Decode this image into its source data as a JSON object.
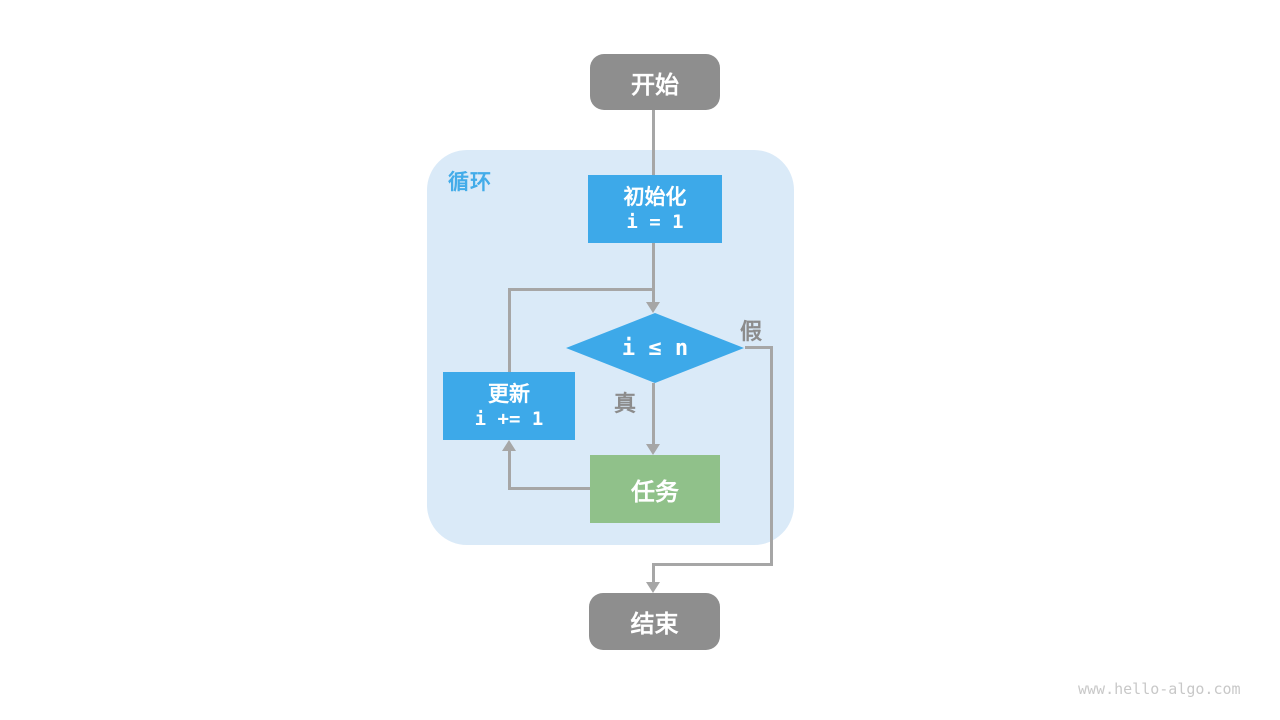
{
  "diagram": {
    "loop_label": "循环",
    "nodes": {
      "start": {
        "label": "开始"
      },
      "init": {
        "title": "初始化",
        "code": "i = 1"
      },
      "condition": {
        "code": "i ≤ n"
      },
      "update": {
        "title": "更新",
        "code": "i += 1"
      },
      "task": {
        "label": "任务"
      },
      "end": {
        "label": "结束"
      }
    },
    "branch_labels": {
      "true": "真",
      "false": "假"
    },
    "colors": {
      "node_gray": "#8e8e8e",
      "node_blue": "#3da9e9",
      "node_green": "#90c18a",
      "loop_container_bg": "#daeaf8",
      "loop_label_blue": "#43ace9",
      "line_gray": "#a6a6a6",
      "branch_label_gray": "#8c8c8c",
      "watermark_gray": "#c8c8c8"
    }
  },
  "watermark": "www.hello-algo.com"
}
